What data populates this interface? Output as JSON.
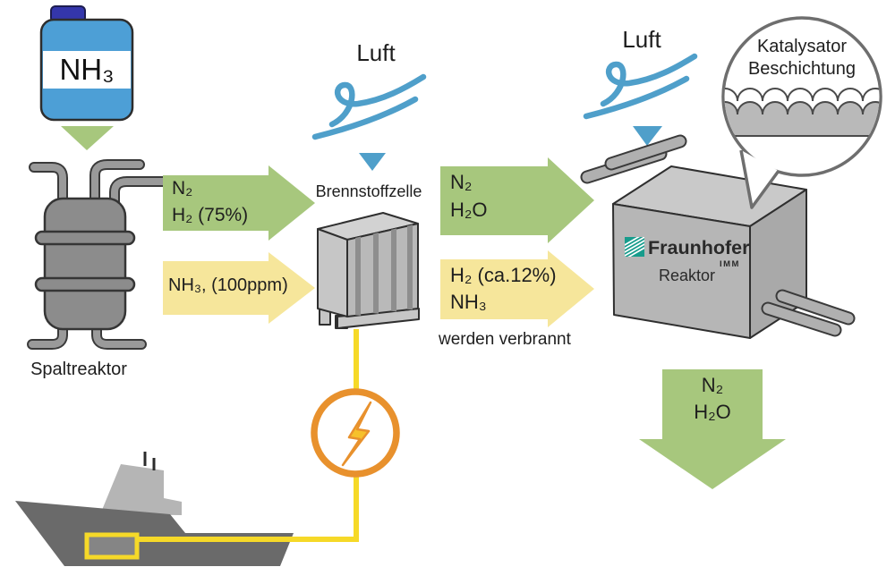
{
  "labels": {
    "canister": "NH₃",
    "spaltreaktor": "Spaltreaktor",
    "luft_middle": "Luft",
    "luft_right": "Luft",
    "brennstoffzelle": "Brennstoffzelle",
    "werden_verbrannt": "werden verbrannt",
    "fraunhofer": "Fraunhofer",
    "imm": "IMM",
    "reaktor": "Reaktor",
    "katalysator_line1": "Katalysator",
    "katalysator_line2": "Beschichtung"
  },
  "flows": {
    "spalt_to_fuelcell_green": {
      "line1": "N₂",
      "line2": "H₂  (75%)"
    },
    "spalt_to_fuelcell_yellow": {
      "line1": "NH₃, (100ppm)"
    },
    "fuelcell_to_reaktor_green": {
      "line1": "N₂",
      "line2": "H₂O"
    },
    "fuelcell_to_reaktor_yellow": {
      "line1": "H₂ (ca.12%)",
      "line2": "NH₃"
    },
    "reaktor_out_green": {
      "line1": "N₂",
      "line2": "H₂O"
    }
  },
  "icons": {
    "air": "wind-swirl-icon",
    "air_direction": "triangle-down-icon",
    "power": "lightning-bolt-icon",
    "canister_feed": "triangle-down-icon",
    "flow": "block-arrow-icon"
  },
  "colors": {
    "flow_green": "#a7c77d",
    "flow_yellow": "#f6e69b",
    "air_blue": "#4f9fca",
    "canister_blue": "#4d9fd6",
    "canister_cap_blue": "#3436ab",
    "power_orange": "#e8912d",
    "wire_yellow": "#f6d928",
    "fraunhofer_teal": "#179c8c",
    "metal_gray": "#8c8c8c",
    "ship_gray": "#6a6a6a"
  }
}
